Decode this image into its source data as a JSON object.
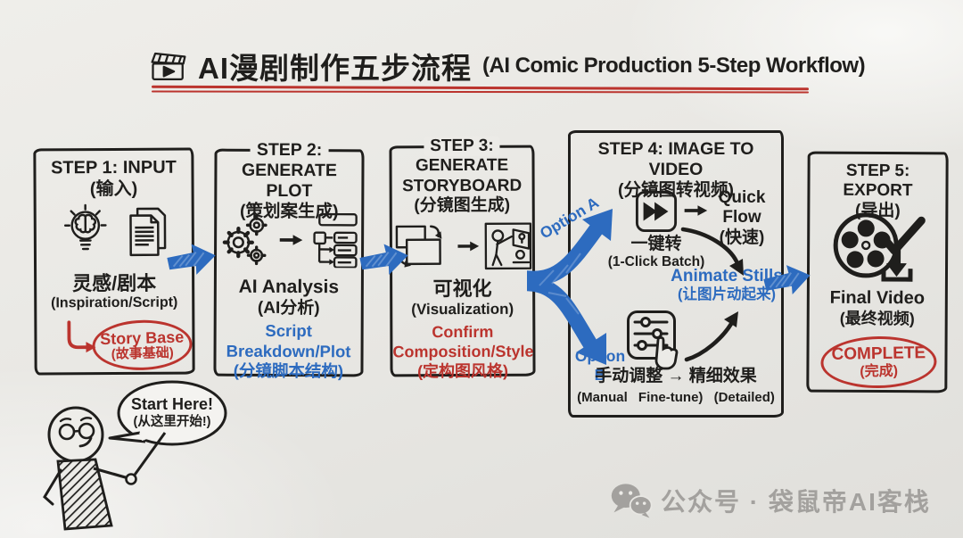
{
  "title": {
    "zh": "AI漫剧制作五步流程",
    "en": "(AI Comic Production 5-Step Workflow)"
  },
  "steps": [
    {
      "heading": [
        "STEP 1: INPUT",
        "(输入)"
      ],
      "caption": [
        "灵感/剧本",
        "(Inspiration/Script)"
      ],
      "highlight": [
        "Story Base",
        "(故事基础)"
      ]
    },
    {
      "heading": [
        "STEP 2:",
        "GENERATE PLOT",
        "(策划案生成)"
      ],
      "caption": [
        "AI Analysis",
        "(AI分析)"
      ],
      "accent": [
        "Script",
        "Breakdown/Plot",
        "(分镜脚本结构)"
      ]
    },
    {
      "heading": [
        "STEP 3:",
        "GENERATE",
        "STORYBOARD",
        "(分镜图生成)"
      ],
      "caption": [
        "可视化",
        "(Visualization)"
      ],
      "accent": [
        "Confirm",
        "Composition/Style",
        "(定构图风格)"
      ]
    },
    {
      "heading": [
        "STEP 4: IMAGE TO VIDEO",
        "(分镜图转视频)"
      ],
      "option_a": {
        "label": "Option A",
        "icon_caption": [
          "一键转",
          "(1-Click Batch)"
        ],
        "result": [
          "Quick Flow",
          "(快速)"
        ]
      },
      "animate_stills": [
        "Animate Stills",
        "(让图片动起来)"
      ],
      "option_b": {
        "label": "Option B",
        "caption": "手动调整 → 精细效果",
        "caption_en": "(Manual Fine-tune) (Detailed)"
      }
    },
    {
      "heading": [
        "STEP 5: EXPORT",
        "(导出)"
      ],
      "caption": [
        "Final Video",
        "(最终视频)"
      ],
      "highlight": [
        "COMPLETE",
        "(完成)"
      ]
    }
  ],
  "speech_bubble": [
    "Start Here!",
    "(从这里开始!)"
  ],
  "watermark": "公众号 · 袋鼠帝AI客栈",
  "icons": {
    "title": "clapperboard-icon",
    "step1": [
      "idea-bulb-brain-icon",
      "script-document-icon"
    ],
    "step2": [
      "gears-icon",
      "plot-structure-icon"
    ],
    "step3": [
      "storyboard-frames-icon",
      "scene-visualization-icon"
    ],
    "step4": [
      "fast-forward-icon",
      "manual-sliders-icon"
    ],
    "step5": [
      "film-reel-export-icon"
    ],
    "watermark": "wechat-icon"
  },
  "colors": {
    "ink": "#1f1e1c",
    "blue": "#2d6bbf",
    "red": "#bb342e",
    "board": "#ecebe7",
    "watermark_gray": "#a3a19e"
  }
}
